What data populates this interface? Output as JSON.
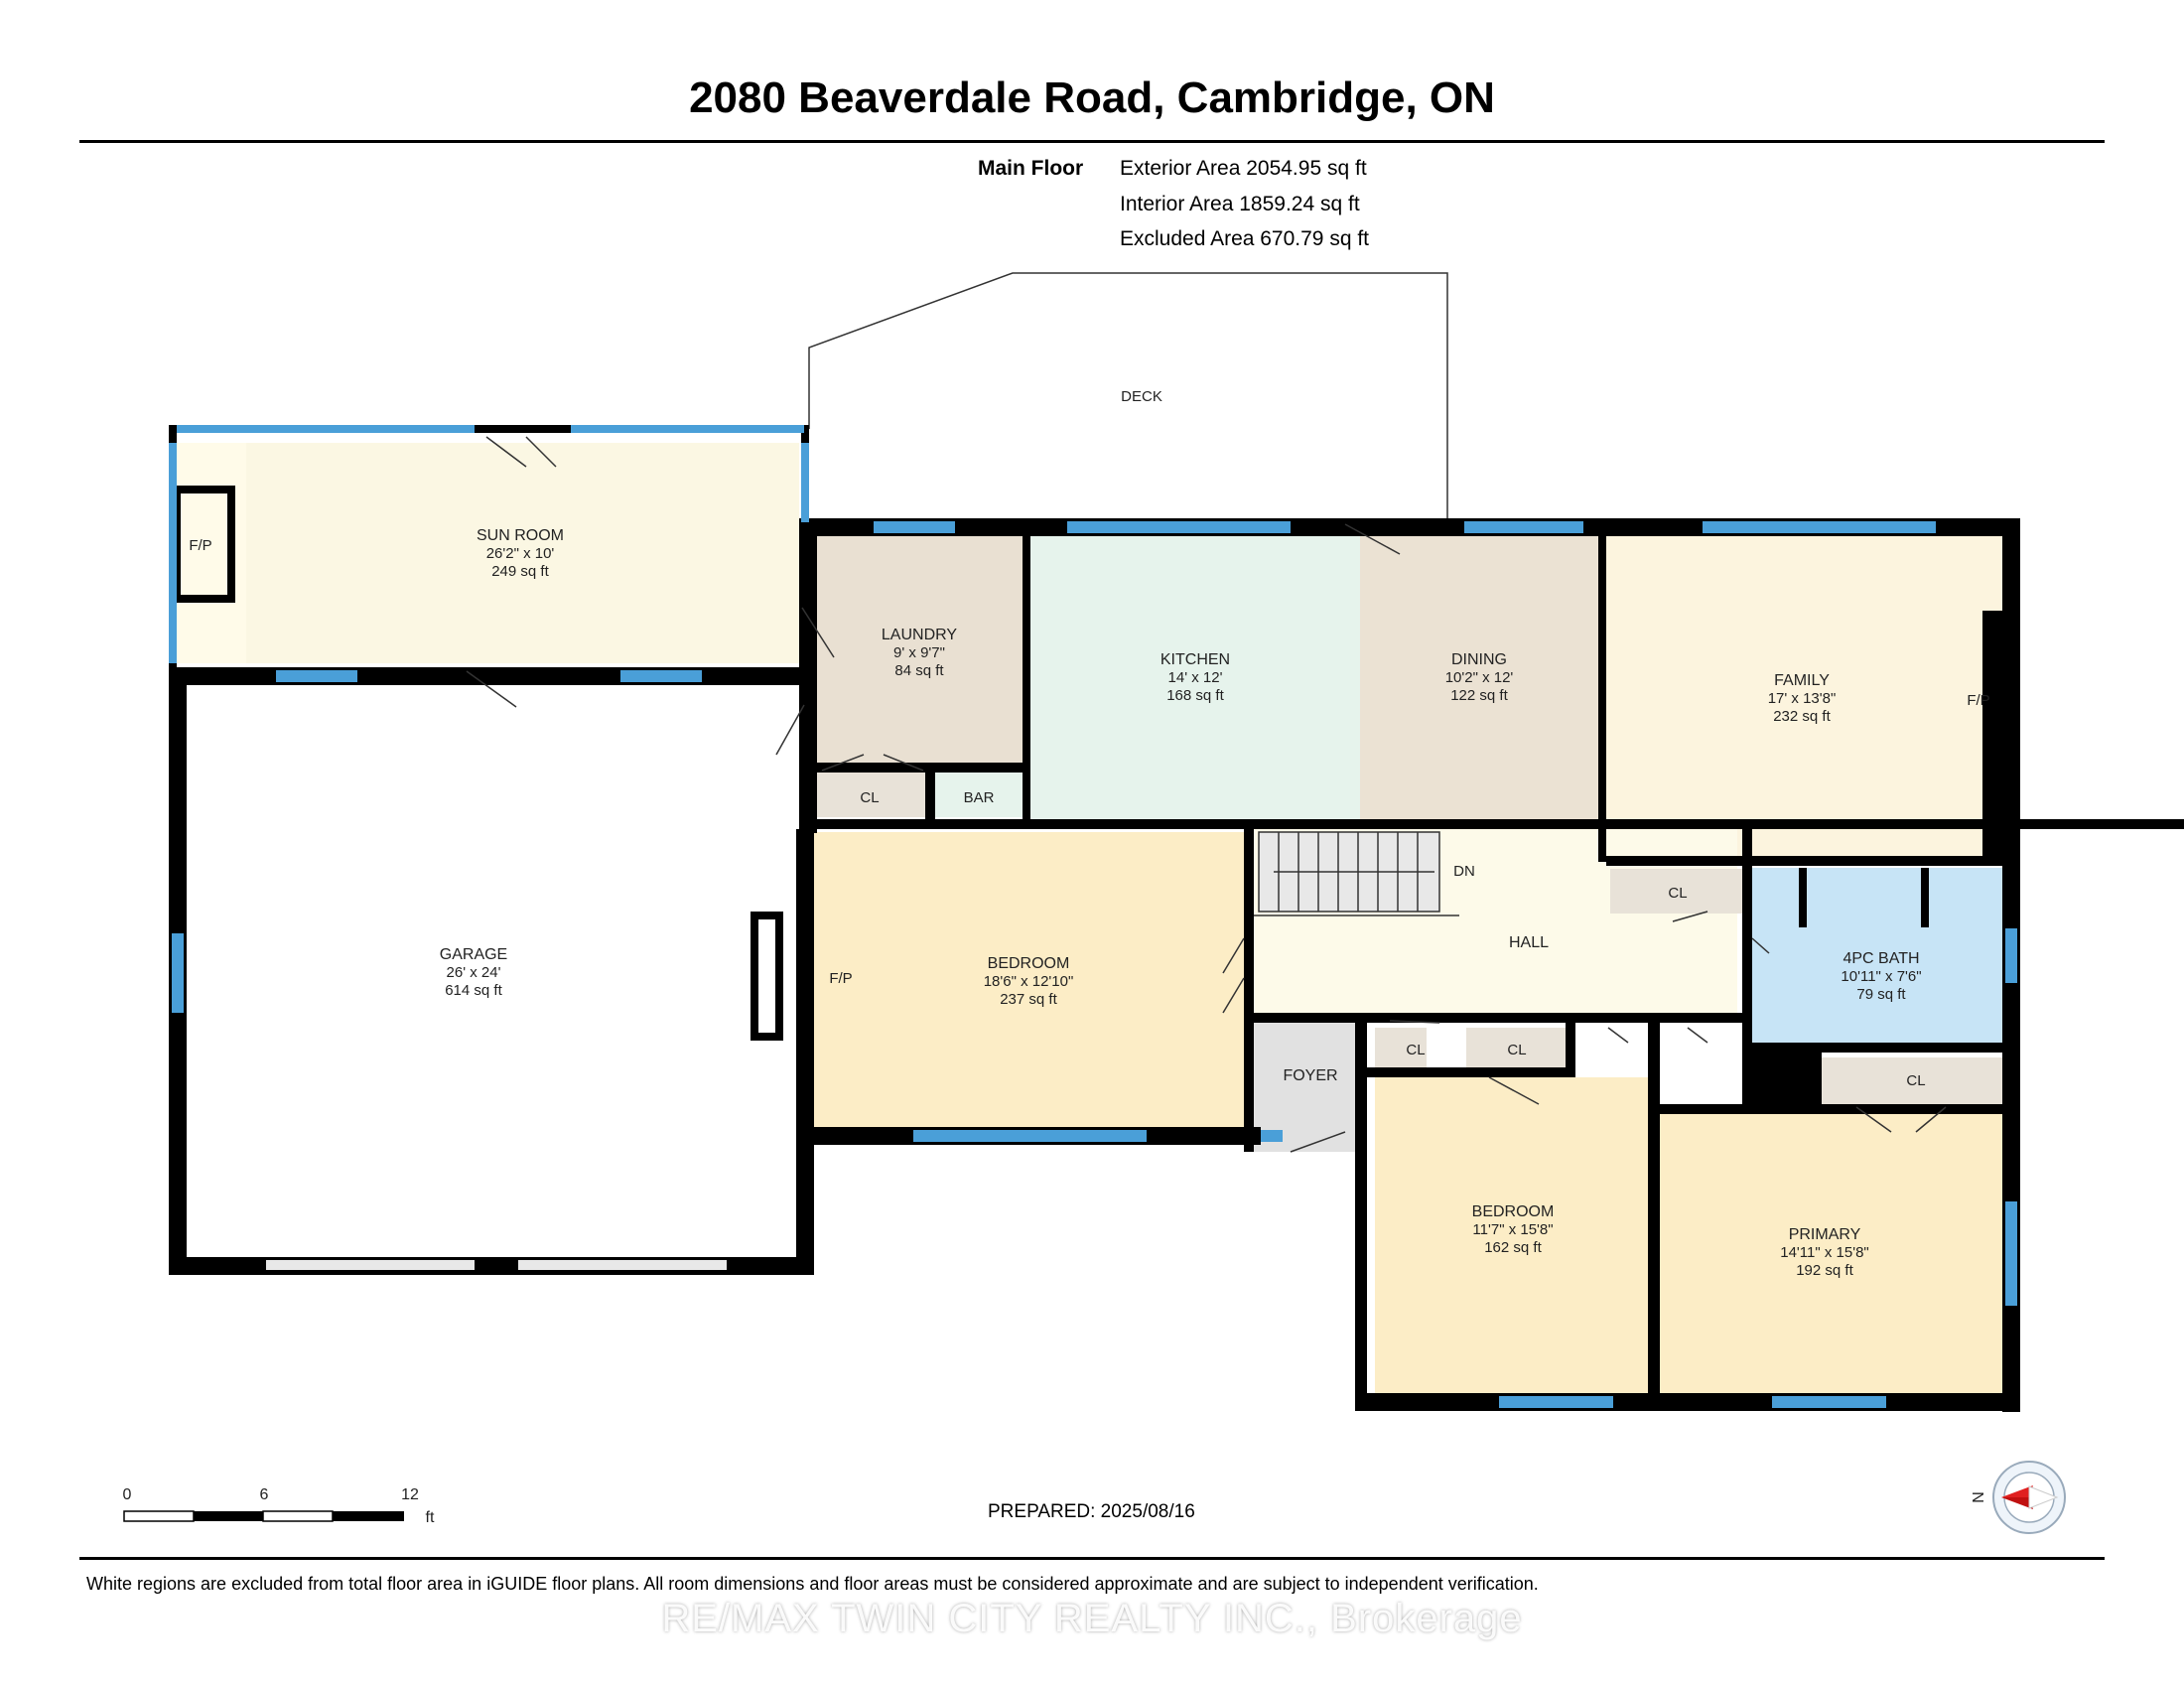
{
  "title": "2080 Beaverdale Road, Cambridge, ON",
  "floor": {
    "name": "Main Floor",
    "exterior": "Exterior Area 2054.95 sq ft",
    "interior": "Interior Area 1859.24 sq ft",
    "excluded": "Excluded Area 670.79 sq ft"
  },
  "rooms": {
    "deck": {
      "name": "DECK"
    },
    "sun_room": {
      "name": "SUN ROOM",
      "dims": "26'2\" x 10'",
      "area": "249 sq ft"
    },
    "laundry": {
      "name": "LAUNDRY",
      "dims": "9' x 9'7\"",
      "area": "84 sq ft"
    },
    "kitchen": {
      "name": "KITCHEN",
      "dims": "14' x 12'",
      "area": "168 sq ft"
    },
    "dining": {
      "name": "DINING",
      "dims": "10'2\" x 12'",
      "area": "122 sq ft"
    },
    "family": {
      "name": "FAMILY",
      "dims": "17' x 13'8\"",
      "area": "232 sq ft"
    },
    "garage": {
      "name": "GARAGE",
      "dims": "26' x 24'",
      "area": "614 sq ft"
    },
    "bedroom1": {
      "name": "BEDROOM",
      "dims": "18'6\" x 12'10\"",
      "area": "237 sq ft"
    },
    "hall": {
      "name": "HALL"
    },
    "bath": {
      "name": "4PC BATH",
      "dims": "10'11\" x 7'6\"",
      "area": "79 sq ft"
    },
    "foyer": {
      "name": "FOYER"
    },
    "bedroom2": {
      "name": "BEDROOM",
      "dims": "11'7\" x 15'8\"",
      "area": "162 sq ft"
    },
    "primary": {
      "name": "PRIMARY",
      "dims": "14'11\" x 15'8\"",
      "area": "192 sq ft"
    }
  },
  "labels": {
    "closet": "CL",
    "bar": "BAR",
    "fireplace": "F/P",
    "down": "DN"
  },
  "scale": {
    "ticks": [
      "0",
      "6",
      "12"
    ],
    "unit": "ft"
  },
  "compass": {
    "north": "N"
  },
  "prepared": "PREPARED: 2025/08/16",
  "disclaimer": "White regions are excluded from total floor area in iGUIDE floor plans. All room dimensions and floor areas must be considered approximate and are subject to independent verification.",
  "watermark": "RE/MAX TWIN CITY REALTY INC., Brokerage",
  "colors": {
    "sun_room": "#fbf7e3",
    "laundry": "#e9e0d2",
    "kitchen": "#e6f3ec",
    "dining": "#ebe2d3",
    "family": "#fcf4de",
    "bedroom": "#fcedc6",
    "hall": "#fdfae9",
    "bath": "#c7e4f6",
    "foyer": "#e1e1e1",
    "closet": "#e8e2d8",
    "wall": "#000000",
    "window": "#4a9fd8"
  }
}
